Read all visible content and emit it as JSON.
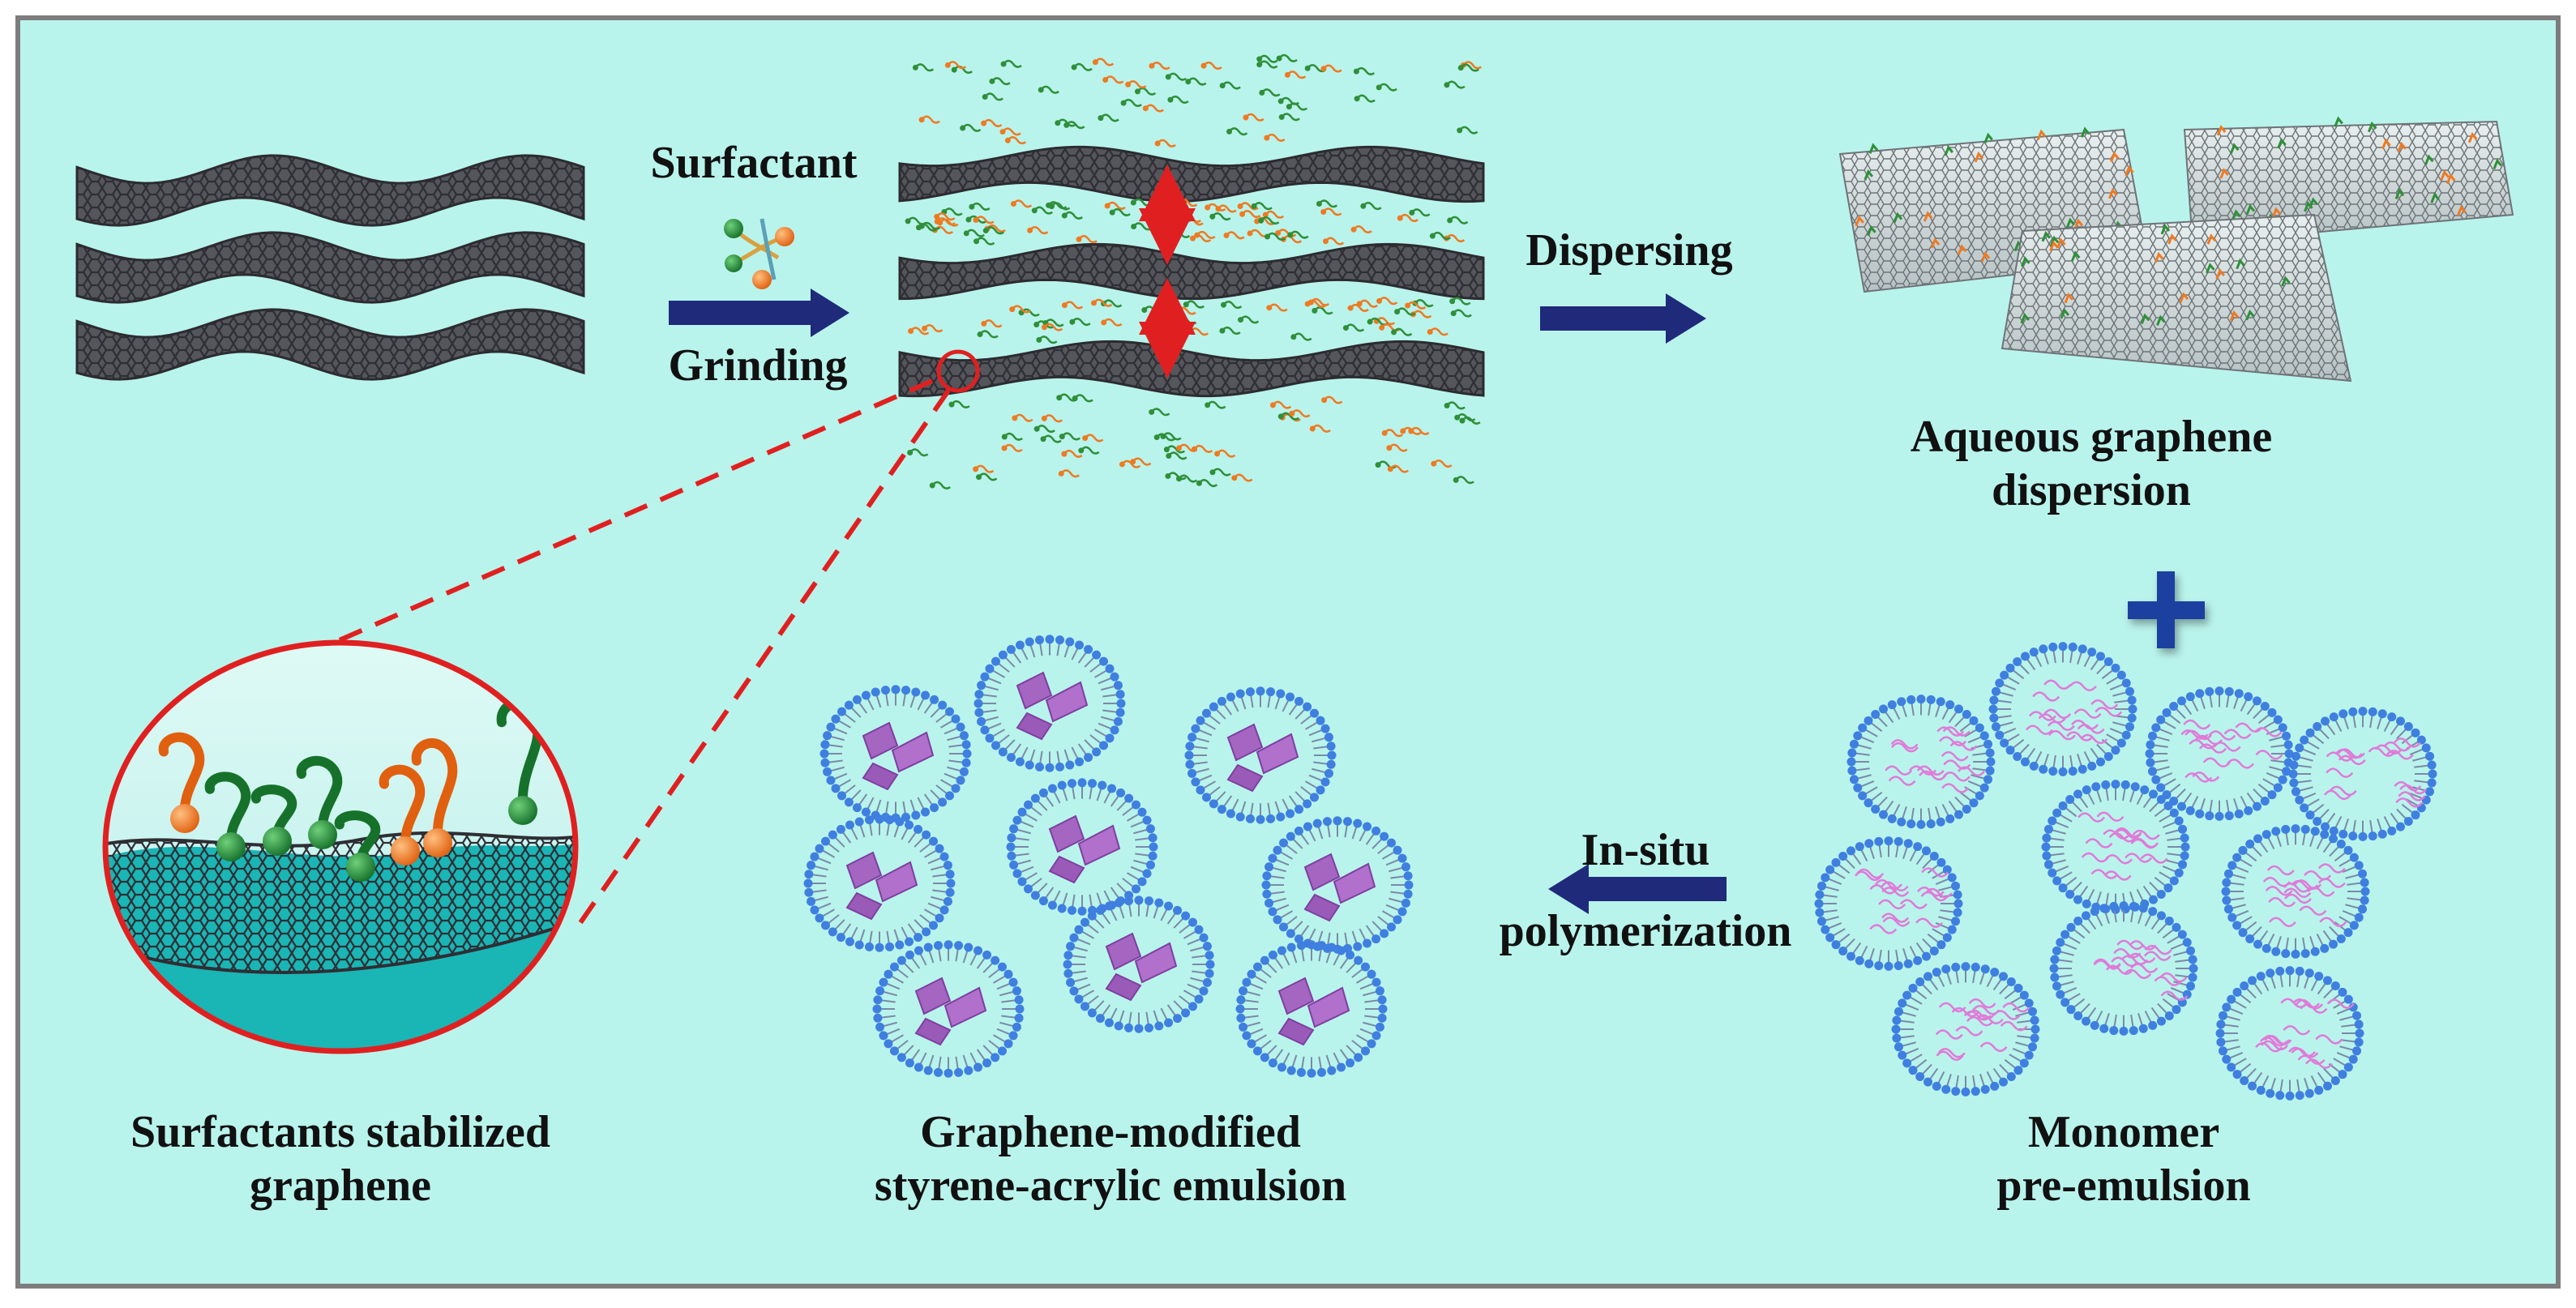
{
  "labels": {
    "surfactant": "Surfactant",
    "grinding": "Grinding",
    "dispersing": "Dispersing",
    "aqueous_line1": "Aqueous graphene",
    "aqueous_line2": "dispersion",
    "insitu_line1": "In-situ",
    "insitu_line2": "polymerization",
    "stabilized_line1": "Surfactants stabilized",
    "stabilized_line2": "graphene",
    "modified_line1": "Graphene-modified",
    "modified_line2": "styrene-acrylic emulsion",
    "monomer_line1": "Monomer",
    "monomer_line2": "pre-emulsion",
    "plus": "+"
  },
  "colors": {
    "background": "#b9f4ec",
    "frame": "#7d7d7d",
    "graphene": "#3f3f46",
    "arrow": "#1f2a7a",
    "red": "#e02020",
    "surfactant_orange": "#ee7a22",
    "surfactant_green": "#2f8f3a",
    "micelle_head": "#3f7fe0",
    "graphene_flake": "#a566c2",
    "monomer": "#e07ad8",
    "plus": "#1f3fa0"
  }
}
